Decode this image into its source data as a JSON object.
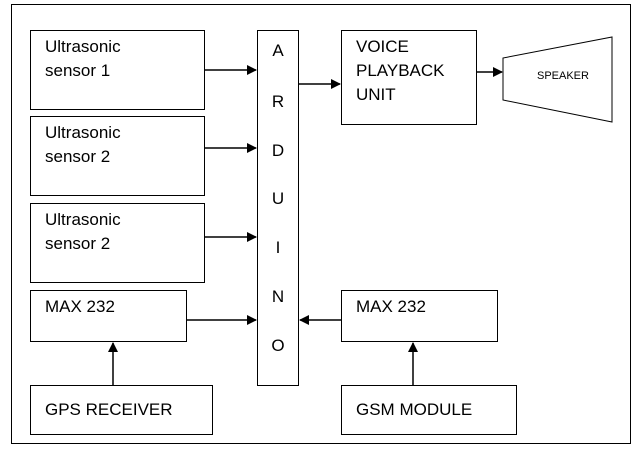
{
  "diagram": {
    "blocks": {
      "us1": "Ultrasonic\nsensor 1",
      "us2a": "Ultrasonic\nsensor 2",
      "us2b": "Ultrasonic\nsensor 2",
      "max_left": "MAX 232",
      "gps": "GPS RECEIVER",
      "voice": "VOICE\nPLAYBACK\nUNIT",
      "max_right": "MAX 232",
      "gsm": "GSM MODULE",
      "speaker": "SPEAKER"
    },
    "arduino_letters": [
      "A",
      "R",
      "D",
      "U",
      "I",
      "N",
      "O"
    ],
    "connections": [
      {
        "from": "us1",
        "to": "arduino"
      },
      {
        "from": "us2a",
        "to": "arduino"
      },
      {
        "from": "us2b",
        "to": "arduino"
      },
      {
        "from": "max_left",
        "to": "arduino"
      },
      {
        "from": "gps",
        "to": "max_left"
      },
      {
        "from": "arduino",
        "to": "voice"
      },
      {
        "from": "voice",
        "to": "speaker"
      },
      {
        "from": "max_right",
        "to": "arduino"
      },
      {
        "from": "gsm",
        "to": "max_right"
      }
    ]
  }
}
